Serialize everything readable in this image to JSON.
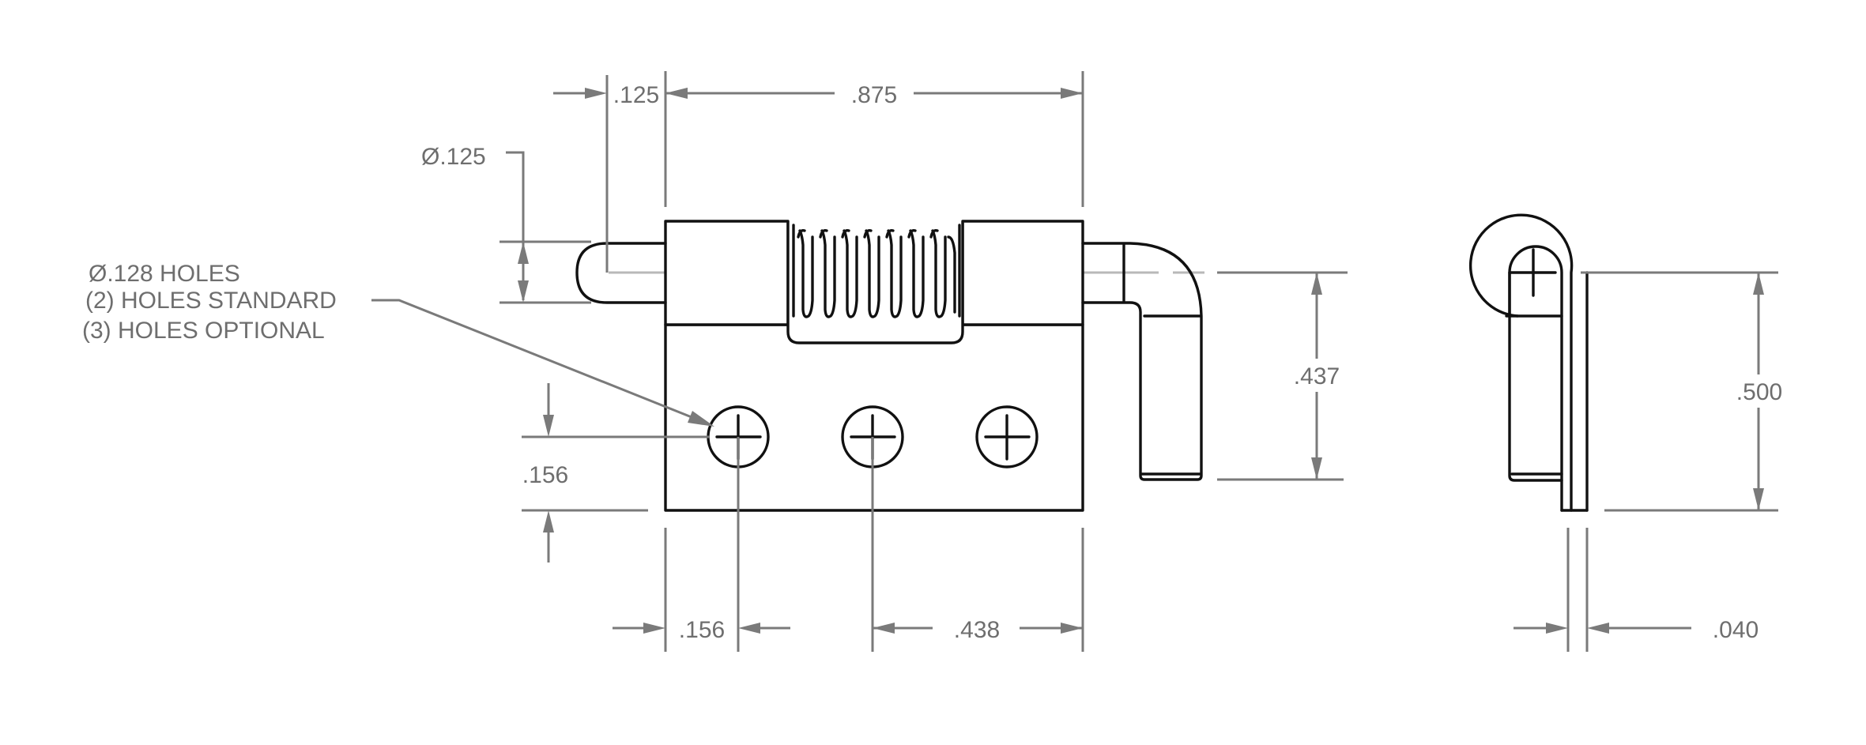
{
  "front_view": {
    "dim_top_left": ".125",
    "dim_top_width": ".875",
    "pin_diameter": "Ø.125",
    "hole_spec_line1": "Ø.128 HOLES",
    "hole_spec_line2": "(2) HOLES STANDARD",
    "hole_spec_line3": "(3) HOLES OPTIONAL",
    "dim_hole_height": ".156",
    "dim_handle_height": ".437",
    "dim_bottom_left": ".156",
    "dim_bottom_right": ".438"
  },
  "side_view": {
    "dim_height": ".500",
    "dim_thickness": ".040"
  }
}
